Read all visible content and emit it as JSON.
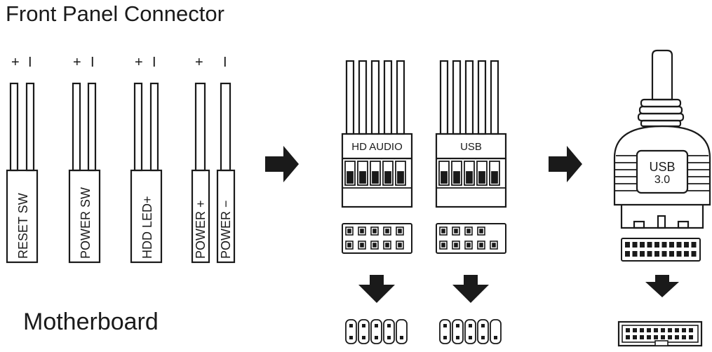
{
  "title": "Front Panel Connector",
  "subtitle": "Motherboard",
  "front_panel": {
    "connectors": [
      {
        "label": "RESET SW",
        "pins": [
          "+",
          "I"
        ]
      },
      {
        "label": "POWER SW",
        "pins": [
          "+",
          "I"
        ]
      },
      {
        "label": "HDD LED+",
        "pins": [
          "+",
          "I"
        ]
      },
      {
        "label": "POWER +",
        "pins": [
          "+"
        ]
      },
      {
        "label": "POWER −",
        "pins": [
          "I"
        ]
      }
    ]
  },
  "headers": {
    "hd_audio": {
      "label": "HD AUDIO"
    },
    "usb": {
      "label": "USB"
    },
    "usb3": {
      "label_line1": "USB",
      "label_line2": "3.0"
    }
  },
  "colors": {
    "line": "#1a1a1a",
    "background": "#ffffff"
  }
}
